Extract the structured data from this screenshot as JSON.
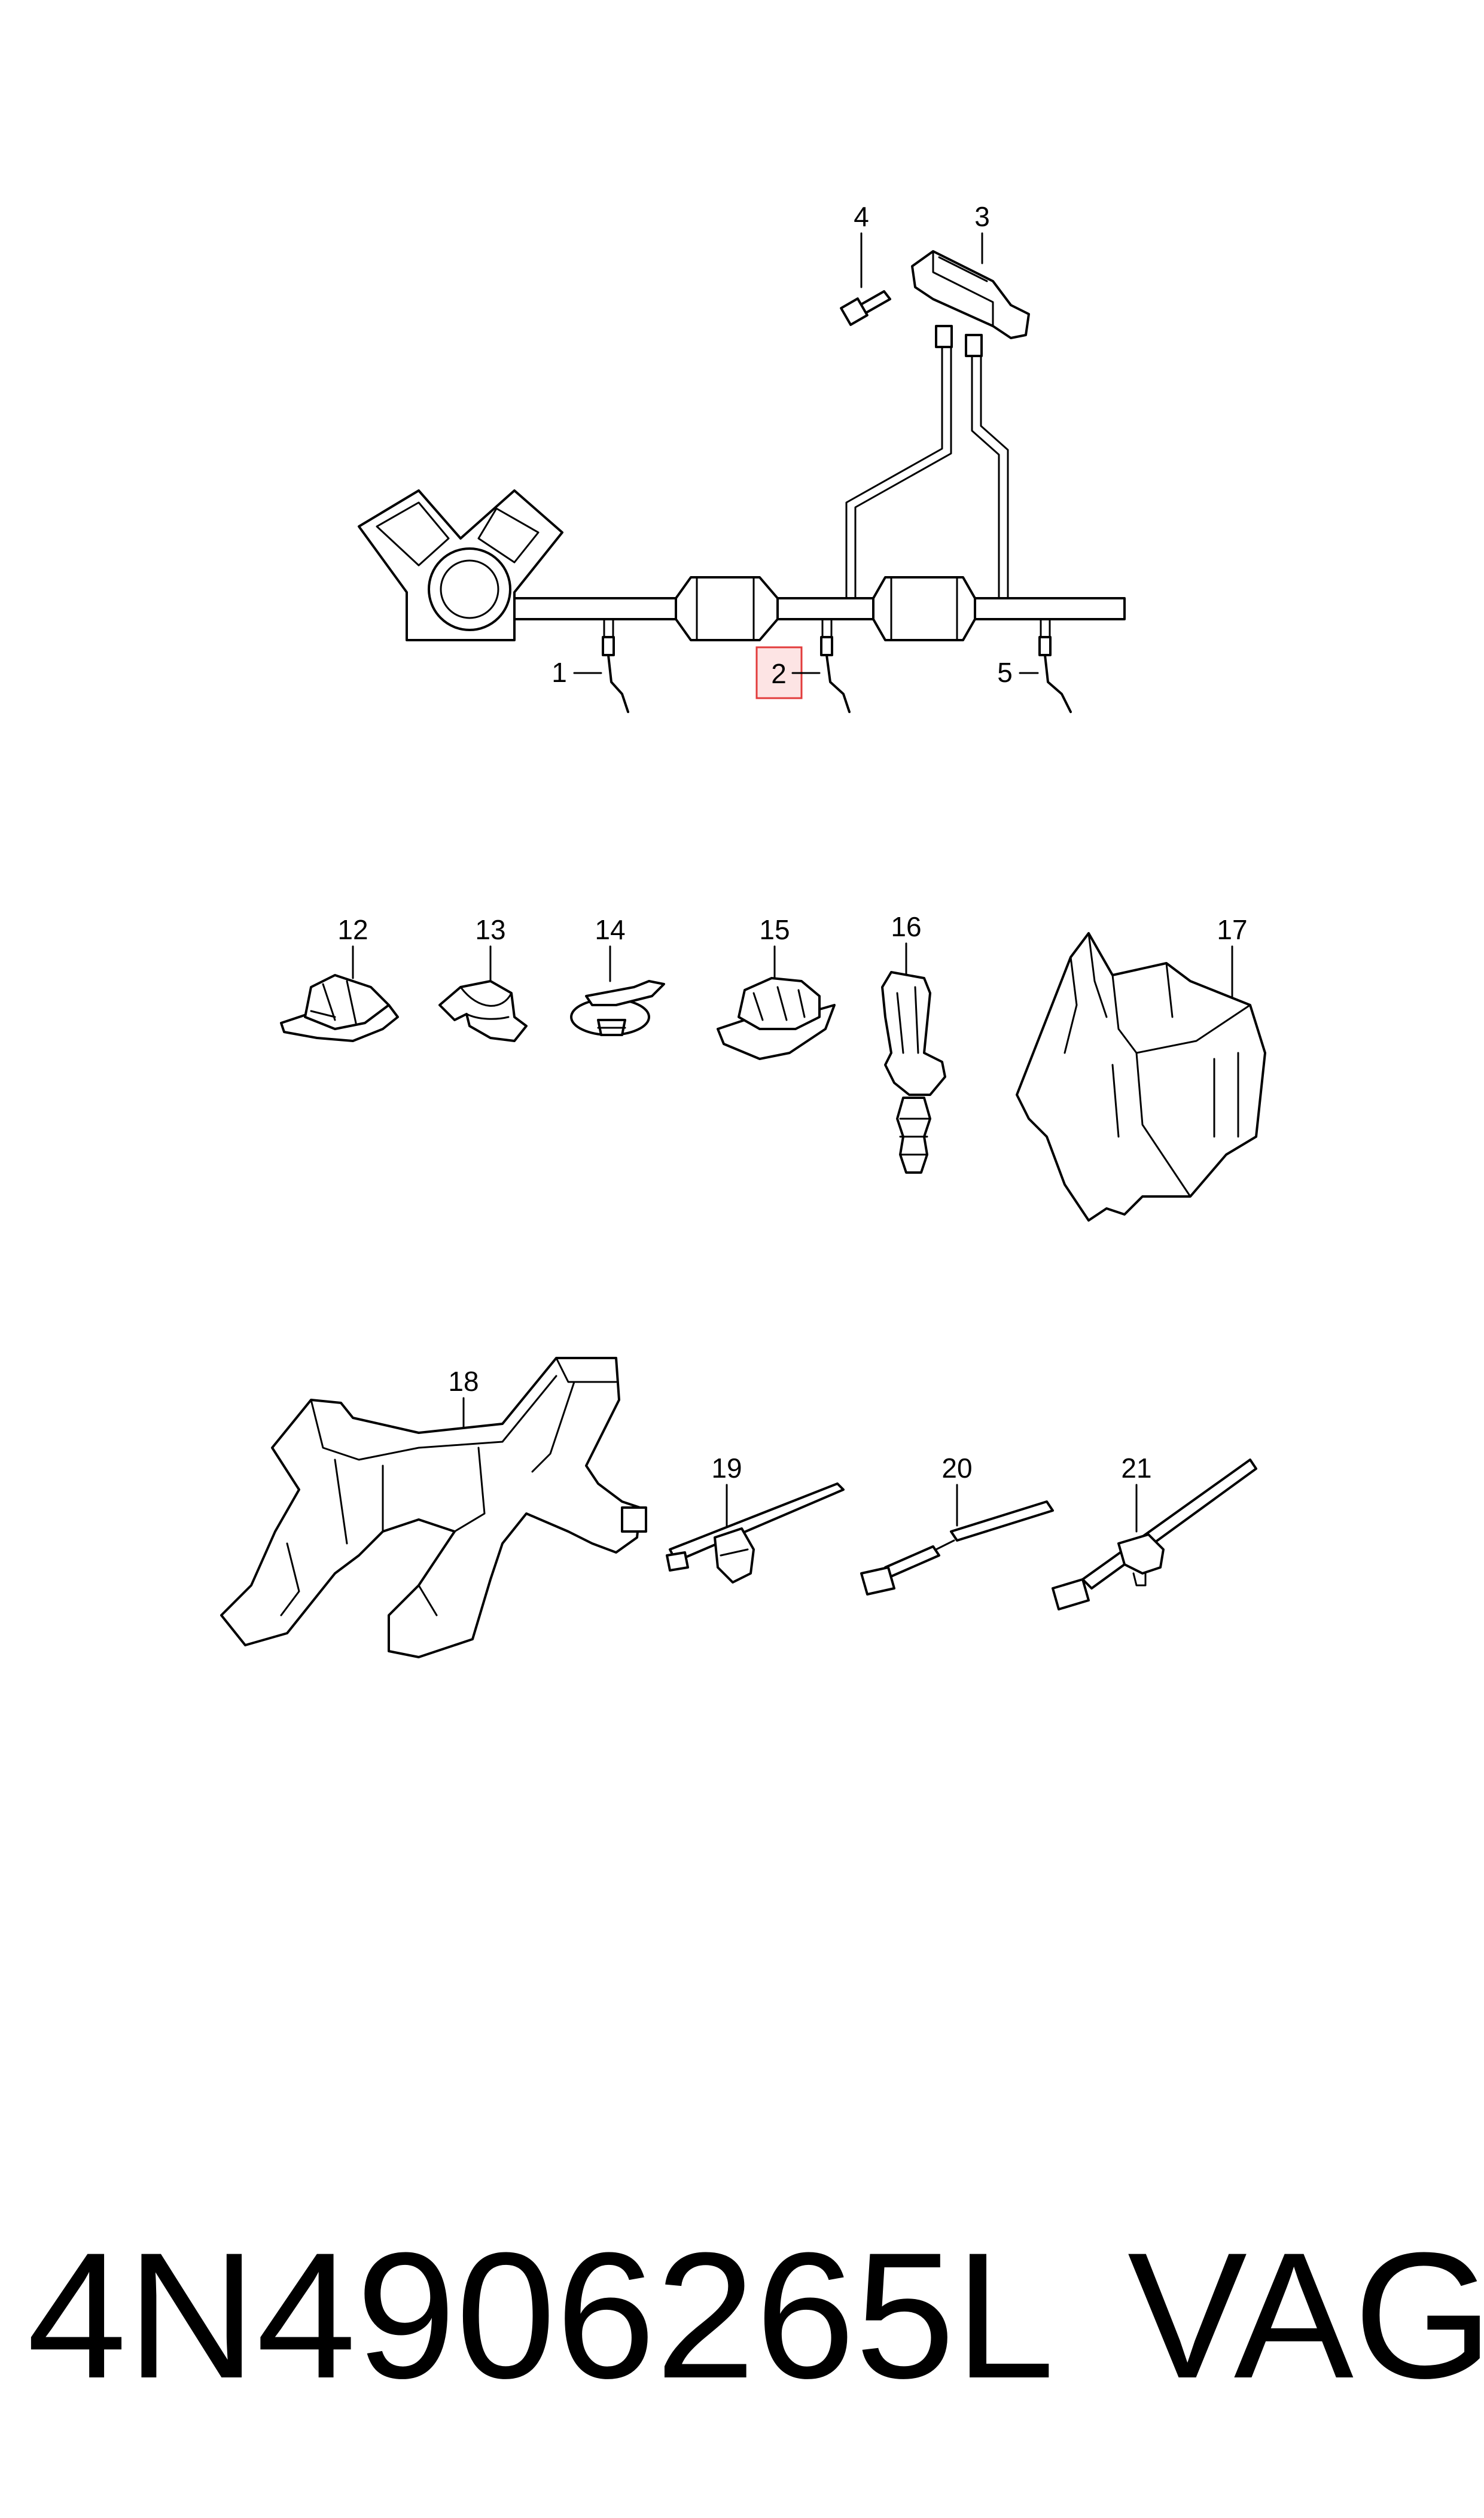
{
  "diagram": {
    "callouts": {
      "c1": "1",
      "c2": "2",
      "c3": "3",
      "c4": "4",
      "c5": "5",
      "c12": "12",
      "c13": "13",
      "c14": "14",
      "c15": "15",
      "c16": "16",
      "c17": "17",
      "c18": "18",
      "c19": "19",
      "c20": "20",
      "c21": "21"
    },
    "highlighted_callout": "2",
    "highlight_color": "#e23b3b"
  },
  "footer": {
    "part_number": "4N4906265L",
    "brand": "VAG"
  }
}
